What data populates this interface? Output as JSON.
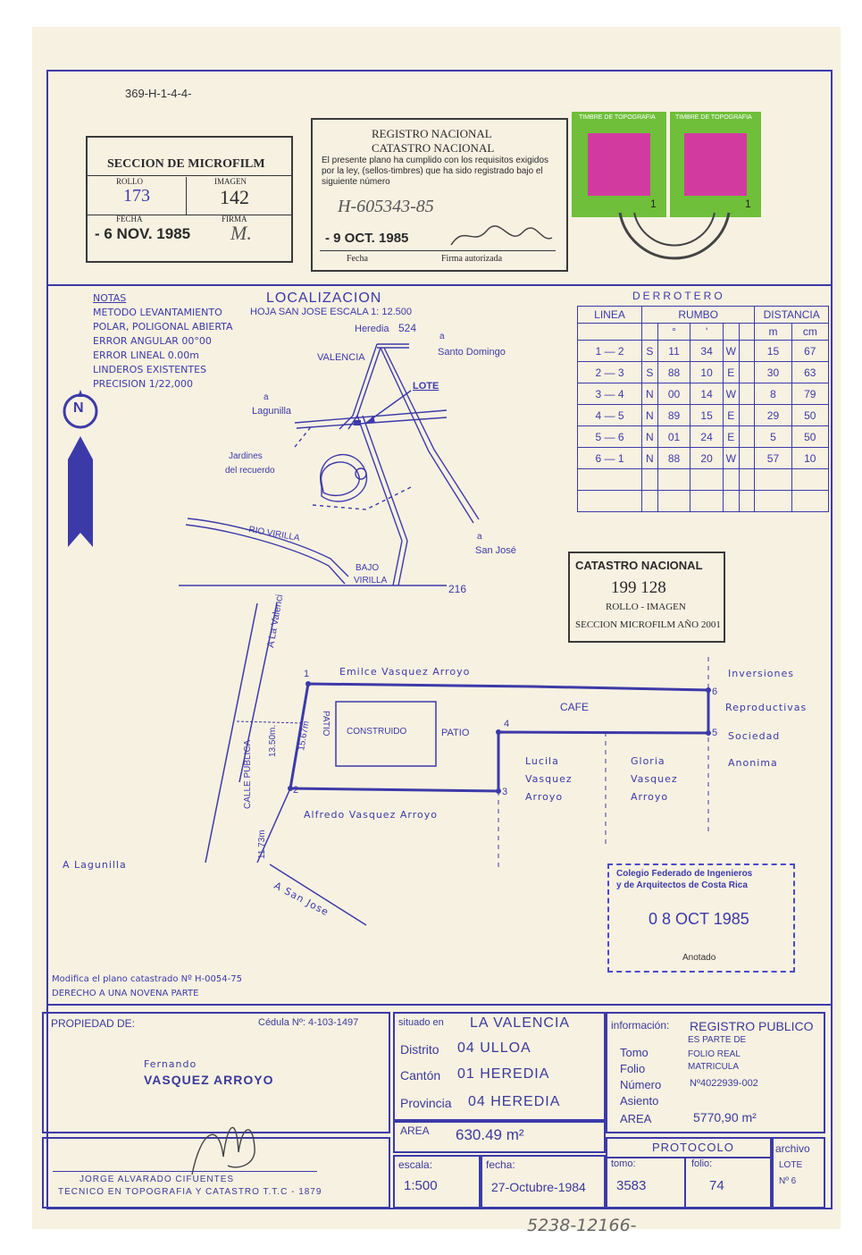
{
  "header": {
    "ref": "369-H-1-4-4-"
  },
  "microfilm": {
    "title": "SECCION DE MICROFILM",
    "rollo_label": "ROLLO",
    "rollo": "173",
    "imagen_label": "IMAGEN",
    "imagen": "142",
    "fecha_label": "FECHA",
    "fecha": "- 6 NOV. 1985",
    "firma_label": "FIRMA",
    "firma": "M."
  },
  "registro": {
    "title1": "REGISTRO NACIONAL",
    "title2": "CATASTRO NACIONAL",
    "body": "El presente plano ha cumplido con los requisitos exigidos por la ley, (sellos-timbres) que ha sido registrado bajo el siguiente número",
    "numero": "H-605343-85",
    "fecha": "- 9 OCT. 1985",
    "fecha_label": "Fecha",
    "firma_label": "Firma autorizada"
  },
  "timbres": [
    {
      "label": "TIMBRE DE TOPOGRAFIA",
      "value": "1"
    },
    {
      "label": "TIMBRE DE TOPOGRAFIA",
      "value": "1"
    }
  ],
  "notas": {
    "title": "NOTAS",
    "lines": [
      "METODO LEVANTAMIENTO",
      "POLAR, POLIGONAL ABIERTA",
      "ERROR ANGULAR 00°00",
      "ERROR LINEAL  0.00m",
      "LINDEROS EXISTENTES",
      "PRECISION 1/22,000"
    ]
  },
  "localizacion": {
    "title": "LOCALIZACION",
    "subtitle": "HOJA SAN JOSE  ESCALA 1: 12.500",
    "labels": {
      "heredia": "Heredia",
      "n524": "524",
      "a1": "a",
      "santo_domingo": "Santo Domingo",
      "valencia": "VALENCIA",
      "lote": "LOTE",
      "a2": "a",
      "lagunilla": "Lagunilla",
      "jardines1": "Jardines",
      "jardines2": "del recuerdo",
      "rio": "RIO VIRILLA",
      "a3": "a",
      "san_jose": "San José",
      "bajo1": "BAJO",
      "bajo2": "VIRILLA",
      "n216": "216"
    },
    "north": "N"
  },
  "derrotero": {
    "title": "DERROTERO",
    "headers": [
      "LINEA",
      "RUMBO",
      "DISTANCIA"
    ],
    "sub": [
      "°",
      "'",
      "m",
      "cm"
    ],
    "rows": [
      [
        "1 — 2",
        "S",
        "11",
        "34",
        "W",
        "15",
        "67"
      ],
      [
        "2 — 3",
        "S",
        "88",
        "10",
        "E",
        "30",
        "63"
      ],
      [
        "3 — 4",
        "N",
        "00",
        "14",
        "W",
        "8",
        "79"
      ],
      [
        "4 — 5",
        "N",
        "89",
        "15",
        "E",
        "29",
        "50"
      ],
      [
        "5 — 6",
        "N",
        "01",
        "24",
        "E",
        "5",
        "50"
      ],
      [
        "6 — 1",
        "N",
        "88",
        "20",
        "W",
        "57",
        "10"
      ]
    ]
  },
  "catastro_stamp": {
    "title": "CATASTRO NACIONAL",
    "numbers": "199 128",
    "rollo": "ROLLO - IMAGEN",
    "seccion": "SECCION MICROFILM AÑO 2001"
  },
  "plan": {
    "a_la_valencia": "A La Valencia",
    "emilce": "Emilce   Vasquez   Arroyo",
    "inversiones": "Inversiones",
    "reproductivas": "Reproductivas",
    "sociedad": "Sociedad",
    "anonima": "Anonima",
    "cafe": "CAFE",
    "construido": "CONSTRUIDO",
    "patio": "PATIO",
    "patio_v": "PATIO",
    "lucila": [
      "Lucila",
      "Vasquez",
      "Arroyo"
    ],
    "gloria": [
      "Gloria",
      "Vasquez",
      "Arroyo"
    ],
    "alfredo": "Alfredo Vasquez Arroyo",
    "calle": "CALLE PUBLICA",
    "d1": "13.50m.",
    "d2": "15.67m",
    "d3": "11.73m",
    "lagunilla": "A Lagunilla",
    "san_jose": "A San Jose",
    "p1": "1",
    "p2": "2",
    "p3": "3",
    "p4": "4",
    "p5": "5",
    "p6": "6"
  },
  "colegio": {
    "line1": "Colegio Federado de Ingenieros",
    "line2": "y de Arquitectos de Costa Rica",
    "fecha": "0 8 OCT 1985",
    "anotado": "Anotado"
  },
  "modifica": {
    "line1": "Modifica el plano catastrado Nº H-0054-75",
    "line2": "DERECHO A UNA NOVENA PARTE"
  },
  "propiedad": {
    "label": "PROPIEDAD DE:",
    "cedula": "Cédula Nº: 4-103-1497",
    "name1": "Fernando",
    "name2": "VASQUEZ ARROYO"
  },
  "situado": {
    "label": "situado en",
    "lugar": "LA VALENCIA",
    "distrito_label": "Distrito",
    "distrito": "04 ULLOA",
    "canton_label": "Cantón",
    "canton": "01 HEREDIA",
    "provincia_label": "Provincia",
    "provincia": "04 HEREDIA"
  },
  "informacion": {
    "label": "información:",
    "registro": "REGISTRO PUBLICO",
    "tomo_label": "Tomo",
    "tomo": "ES PARTE DE",
    "folio_label": "Folio",
    "folio": "FOLIO REAL",
    "folio2": "MATRICULA",
    "numero_label": "Número",
    "numero": "Nº4022939-002",
    "asiento_label": "Asiento",
    "asiento": "",
    "area_label": "AREA",
    "area": "5770,90 m²"
  },
  "area": {
    "label": "AREA",
    "value": "630.49 m²"
  },
  "firma_tecnico": {
    "line1": "JORGE ALVARADO CIFUENTES",
    "line2": "TECNICO EN TOPOGRAFIA Y  CATASTRO  T.T.C - 1879"
  },
  "escala": {
    "label": "escala:",
    "value": "1:500"
  },
  "fecha": {
    "label": "fecha:",
    "value": "27-Octubre-1984"
  },
  "protocolo": {
    "label": "PROTOCOLO",
    "tomo_label": "tomo:",
    "tomo": "3583",
    "folio_label": "folio:",
    "folio": "74"
  },
  "archivo": {
    "label": "archivo",
    "lote": "LOTE",
    "num": "Nº 6"
  },
  "footer_ref": "5238-12166-"
}
